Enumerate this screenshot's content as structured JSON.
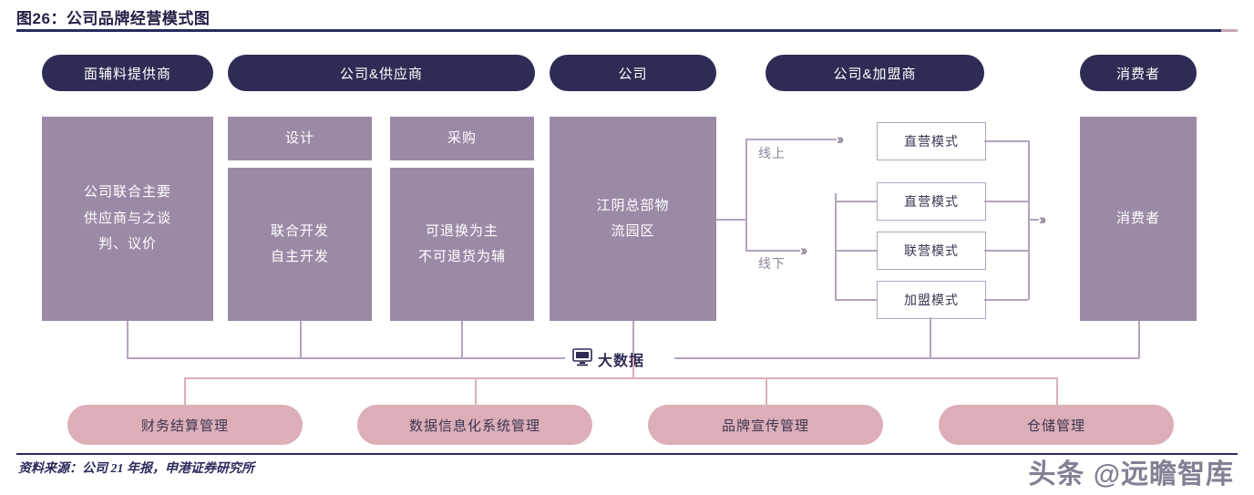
{
  "header": {
    "figure_label": "图26：",
    "title": "公司品牌经营模式图",
    "full_title": "图26：公司品牌经营模式图"
  },
  "footer": {
    "source": "资料来源：公司 21 年报，申港证券研究所",
    "watermark": "头条 @远瞻智库"
  },
  "diagram": {
    "stage_pills": [
      {
        "label": "面辅料提供商"
      },
      {
        "label": "公司&供应商"
      },
      {
        "label": "公司"
      },
      {
        "label": "公司&加盟商"
      },
      {
        "label": "消费者"
      }
    ],
    "blocks": [
      {
        "name": "supplier-negotiation",
        "lines": "公司联合主要\n供应商与之谈\n判、议价"
      },
      {
        "name": "design-header",
        "label": "设计"
      },
      {
        "name": "design-body",
        "lines": "联合开发\n自主开发"
      },
      {
        "name": "purchase-header",
        "label": "采购"
      },
      {
        "name": "purchase-body",
        "lines": "可退换为主\n不可退货为辅"
      },
      {
        "name": "logistics",
        "lines": "江阴总部物\n流园区"
      },
      {
        "name": "consumer",
        "label": "消费者"
      }
    ],
    "channel_boxes": [
      {
        "label": "直营模式"
      },
      {
        "label": "直营模式"
      },
      {
        "label": "联营模式"
      },
      {
        "label": "加盟模式"
      }
    ],
    "channel_labels": [
      {
        "label": "线上"
      },
      {
        "label": "线下"
      }
    ],
    "bigdata": {
      "label": "大数据",
      "icon": "monitor-icon"
    },
    "management_items": [
      {
        "label": "财务结算管理"
      },
      {
        "label": "数据信息化系统管理"
      },
      {
        "label": "品牌宣传管理"
      },
      {
        "label": "仓储管理"
      }
    ],
    "colors": {
      "dark_navy": "#2e2b54",
      "purple_block": "#9b8aa6",
      "pink": "#dcaeb8",
      "line": "#b3a4bd",
      "label_gray": "#8d8399"
    }
  }
}
